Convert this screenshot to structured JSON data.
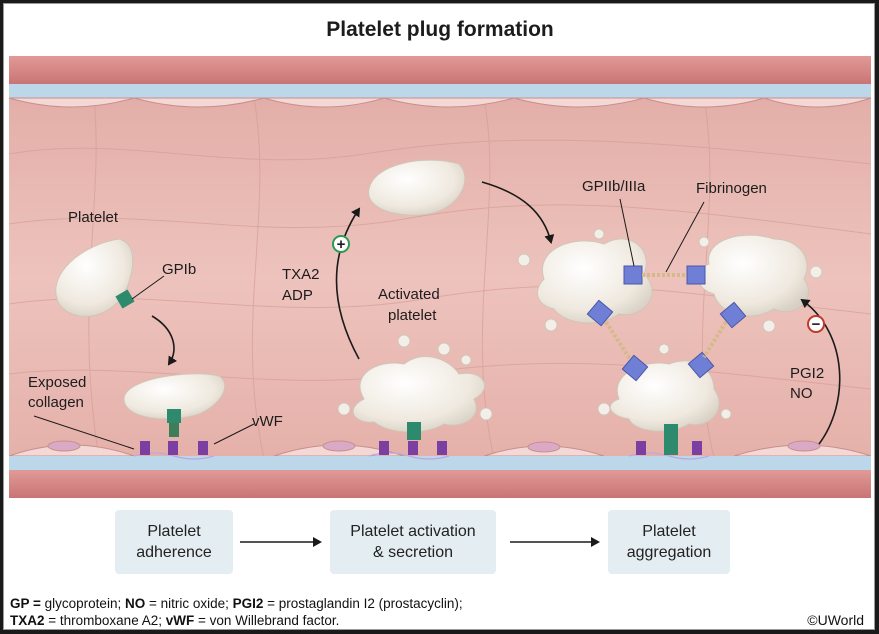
{
  "title": "Platelet plug formation",
  "labels": {
    "platelet": "Platelet",
    "gpib": "GPIb",
    "exposed_collagen_1": "Exposed",
    "exposed_collagen_2": "collagen",
    "vwf": "vWF",
    "txa2": "TXA2",
    "adp": "ADP",
    "activated_1": "Activated",
    "activated_2": "platelet",
    "gpiib": "GPIIb/IIIa",
    "fibrinogen": "Fibrinogen",
    "pgi2": "PGI2",
    "no": "NO",
    "plus": "+",
    "minus": "−"
  },
  "steps": [
    {
      "label": "Platelet\nadherence"
    },
    {
      "label": "Platelet activation\n& secretion"
    },
    {
      "label": "Platelet\naggregation"
    }
  ],
  "legend": {
    "gp_key": "GP =",
    "gp_val": " glycoprotein; ",
    "no_key": "NO",
    "no_val": " = nitric oxide; ",
    "pgi2_key": "PGI2",
    "pgi2_val": " = prostaglandin I2 (prostacyclin);",
    "txa2_key": "TXA2",
    "txa2_val": " = thromboxane A2; ",
    "vwf_key": "vWF",
    "vwf_val": " = von Willebrand factor."
  },
  "copyright": "©UWorld",
  "colors": {
    "vessel_wall": "#d98a8a",
    "endothelium": "#bcd6ea",
    "lumen": "#e9b9b3",
    "platelet": "#f3efe8",
    "gpib": "#2e8a6c",
    "collagen": "#7a3fa0",
    "receptor": "#6f7fd6",
    "activate_sign": "#2e9a4e",
    "inhibit_sign": "#c0392b"
  }
}
